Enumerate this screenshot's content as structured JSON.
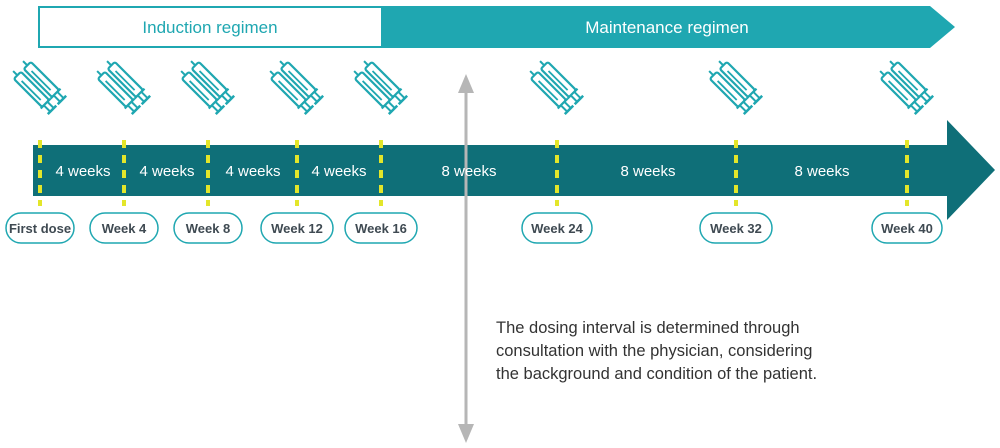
{
  "colors": {
    "teal": "#1fa7b1",
    "dark_teal": "#0f6f78",
    "marker_yellow": "#e3e62a",
    "arrow_grey": "#b6b6b6",
    "milestone_text": "#3f4a52",
    "note_text": "#333333"
  },
  "header": {
    "induction_label": "Induction regimen",
    "maintenance_label": "Maintenance regimen"
  },
  "intervals": [
    {
      "label": "4 weeks"
    },
    {
      "label": "4 weeks"
    },
    {
      "label": "4 weeks"
    },
    {
      "label": "4 weeks"
    },
    {
      "label": "8 weeks"
    },
    {
      "label": "8 weeks"
    },
    {
      "label": "8 weeks"
    }
  ],
  "milestones": [
    {
      "label": "First dose",
      "week": 0
    },
    {
      "label": "Week 4",
      "week": 4
    },
    {
      "label": "Week 8",
      "week": 8
    },
    {
      "label": "Week 12",
      "week": 12
    },
    {
      "label": "Week 16",
      "week": 16
    },
    {
      "label": "Week 24",
      "week": 24
    },
    {
      "label": "Week 32",
      "week": 32
    },
    {
      "label": "Week 40",
      "week": 40
    }
  ],
  "icons": {
    "dose_icon": "syringe-pair-icon"
  },
  "note": {
    "lines": [
      "The dosing interval is determined through",
      "consultation with the physician, considering",
      "the background and condition of the patient."
    ]
  }
}
